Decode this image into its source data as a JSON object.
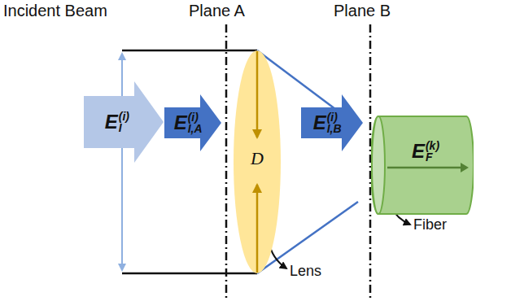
{
  "diagram": {
    "nodes": [
      {
        "text": [
          "E",
          "(i)",
          "I"
        ]
      },
      {
        "text": [
          "E",
          "(i)",
          "I,A"
        ]
      },
      {
        "text": [
          "D",
          "Lens"
        ]
      },
      {
        "text": [
          "E",
          "(i)",
          "I,B"
        ]
      },
      {
        "text": [
          "E",
          "(k)",
          "F",
          "Fiber"
        ]
      }
    ],
    "labels": [
      "Incident Beam",
      "Plane A",
      "Plane B"
    ]
  }
}
